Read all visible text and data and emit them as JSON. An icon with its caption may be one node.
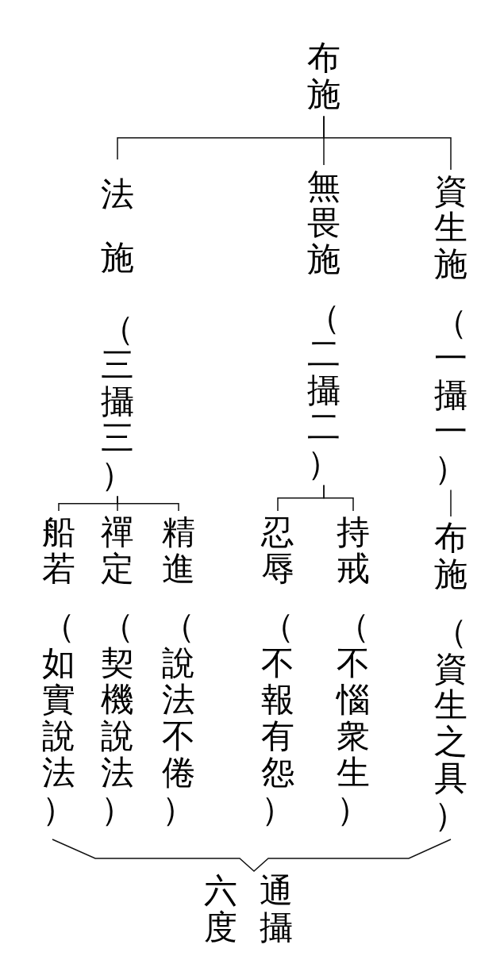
{
  "diagram": {
    "nodes": [
      {
        "text": [
          "布施"
        ]
      },
      {
        "text": [
          "資生施",
          "（一攝一）"
        ]
      },
      {
        "text": [
          "無畏施",
          "（二攝二）"
        ]
      },
      {
        "text": [
          "法施",
          "（三攝三）"
        ]
      },
      {
        "text": [
          "布施",
          "（資生之具）"
        ]
      },
      {
        "text": [
          "持戒",
          "（不惱衆生）"
        ]
      },
      {
        "text": [
          "忍辱",
          "（不報有怨）"
        ]
      },
      {
        "text": [
          "精進",
          "（說法不倦）"
        ]
      },
      {
        "text": [
          "禪定",
          "（契機說法）"
        ]
      },
      {
        "text": [
          "船若",
          "（如實說法）"
        ]
      }
    ],
    "edges": [
      {
        "from": 0,
        "to": 1,
        "arrow": "none"
      },
      {
        "from": 0,
        "to": 2,
        "arrow": "none"
      },
      {
        "from": 0,
        "to": 3,
        "arrow": "none"
      },
      {
        "from": 1,
        "to": 4,
        "arrow": "none"
      },
      {
        "from": 2,
        "to": 5,
        "arrow": "none"
      },
      {
        "from": 2,
        "to": 6,
        "arrow": "none"
      },
      {
        "from": 3,
        "to": 7,
        "arrow": "none"
      },
      {
        "from": 3,
        "to": 8,
        "arrow": "none"
      },
      {
        "from": 3,
        "to": 9,
        "arrow": "none"
      }
    ],
    "labels": [
      "通攝",
      "六度"
    ]
  }
}
